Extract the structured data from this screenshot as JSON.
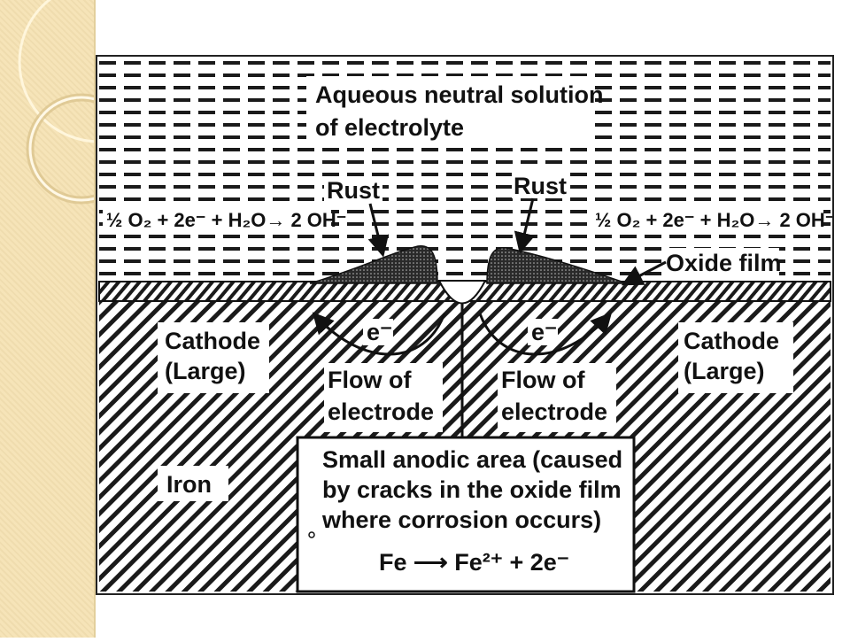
{
  "diagram": {
    "electrolyte_label": [
      "Aqueous neutral solution",
      "of electrolyte"
    ],
    "rust_left": "Rust",
    "rust_right": "Rust",
    "oxide_film": "Oxide film",
    "equation_left": "½ O₂ + 2e⁻ + H₂O→ 2 OH⁻",
    "equation_right": "½ O₂ + 2e⁻ + H₂O→ 2 OH⁻",
    "cathode_left": [
      "Cathode",
      "(Large)"
    ],
    "cathode_right": [
      "Cathode",
      "(Large)"
    ],
    "electron_left": "e⁻",
    "electron_right": "e⁻",
    "flow_left": [
      "Flow of",
      "electrode"
    ],
    "flow_right": [
      "Flow of",
      "electrode"
    ],
    "iron": "Iron",
    "anodic_text": [
      "Small anodic area (caused",
      "by cracks in the oxide film",
      "where corrosion occurs)"
    ],
    "anodic_equation": "Fe ⟶ Fe²⁺ + 2e⁻"
  },
  "colors": {
    "ink": "#111111",
    "sidebar": "#f6e4b8",
    "paper": "#ffffff"
  }
}
